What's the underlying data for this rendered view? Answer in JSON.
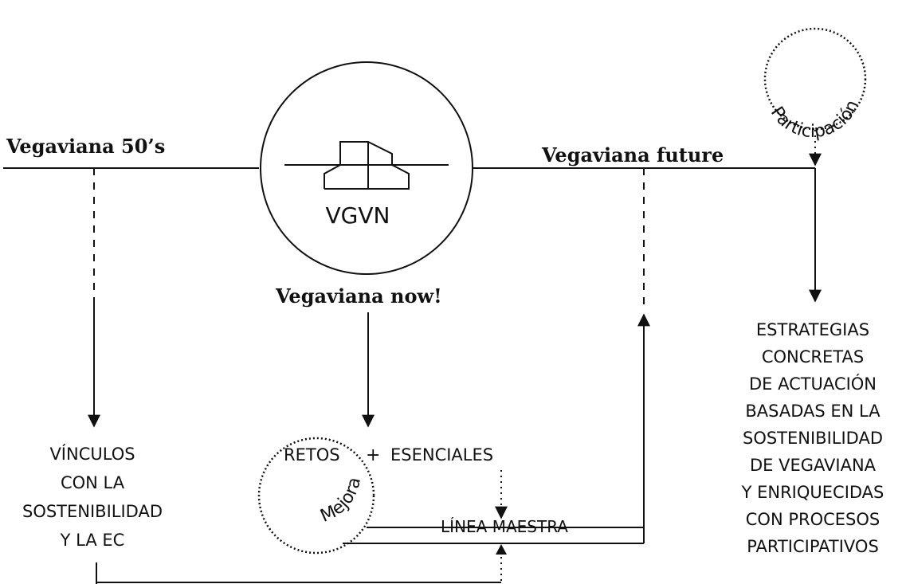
{
  "labels": {
    "past": "Vegaviana 50’s",
    "future": "Vegaviana future",
    "now": "Vegaviana now!",
    "logo": "VGVN",
    "participation": "Participación",
    "improve": "Mejorar",
    "retos": "RETOS",
    "plus": "+",
    "esenciales": "ESENCIALES",
    "master_line": "LÍNEA MAESTRA"
  },
  "vinculos_lines": [
    "VÍNCULOS",
    "CON LA",
    "SOSTENIBILIDAD",
    "Y LA EC"
  ],
  "estrategias_lines": [
    "ESTRATEGIAS",
    "CONCRETAS",
    "DE ACTUACIÓN",
    "BASADAS EN LA",
    "SOSTENIBILIDAD",
    "DE VEGAVIANA",
    "Y ENRIQUECIDAS",
    "CON PROCESOS",
    "PARTICIPATIVOS"
  ],
  "colors": {
    "ink": "#111111",
    "background": "#ffffff"
  }
}
